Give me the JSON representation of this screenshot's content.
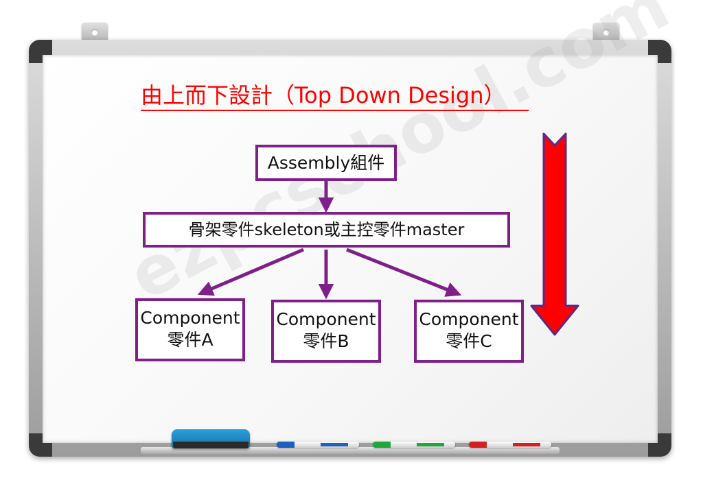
{
  "title": "由上而下設計（Top Down Design）",
  "watermark": "ezpcschool.com",
  "diagram": {
    "assembly": {
      "label": "Assembly組件"
    },
    "skeleton": {
      "label": "骨架零件skeleton或主控零件master"
    },
    "components": [
      {
        "line1": "Component",
        "line2": "零件A"
      },
      {
        "line1": "Component",
        "line2": "零件B"
      },
      {
        "line1": "Component",
        "line2": "零件C"
      }
    ],
    "edges": [
      {
        "from": "assembly",
        "to": "skeleton"
      },
      {
        "from": "skeleton",
        "to": "component-a"
      },
      {
        "from": "skeleton",
        "to": "component-b"
      },
      {
        "from": "skeleton",
        "to": "component-c"
      }
    ],
    "flow_direction": "top-down"
  },
  "colors": {
    "title": "#ff0000",
    "node_border": "#7f1f8a",
    "arrow": "#7f1f8a",
    "big_arrow_fill": "#ff0000",
    "big_arrow_stroke": "#5a2a8a",
    "eraser": "#2a8fc8"
  },
  "markers": [
    {
      "color": "blue",
      "hex": "#1f5fbf"
    },
    {
      "color": "green",
      "hex": "#1fa83a"
    },
    {
      "color": "red",
      "hex": "#d62020"
    }
  ]
}
